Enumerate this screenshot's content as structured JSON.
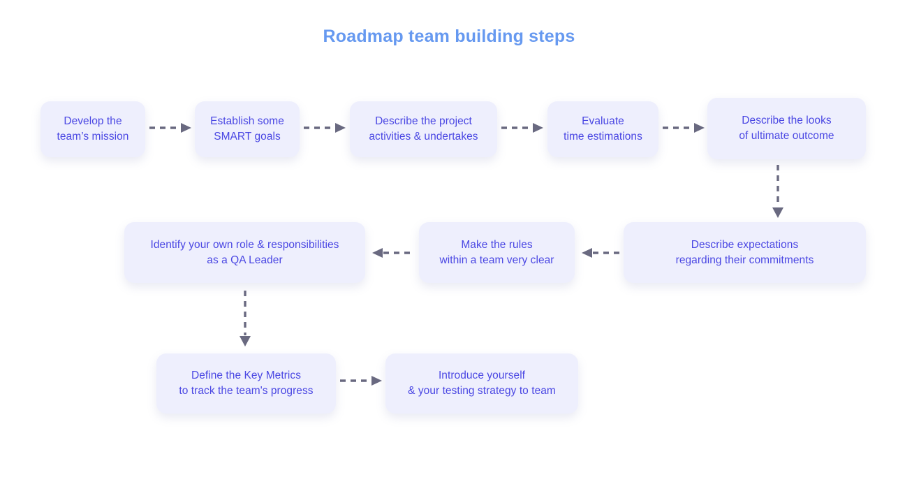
{
  "title": "Roadmap team building steps",
  "theme": {
    "background": "#ffffff",
    "title_color": "#6699f0",
    "node_fill": "#eeeffd",
    "node_text": "#4a47e3",
    "connector_color": "#696980"
  },
  "diagram": {
    "type": "flowchart",
    "orientation": "serpentine",
    "nodes": [
      {
        "id": "n1",
        "label": "Develop the\nteam’s mission",
        "row": 1,
        "order": 1
      },
      {
        "id": "n2",
        "label": "Establish some\nSMART goals",
        "row": 1,
        "order": 2
      },
      {
        "id": "n3",
        "label": "Describe the project\nactivities & undertakes",
        "row": 1,
        "order": 3
      },
      {
        "id": "n4",
        "label": "Evaluate\ntime estimations",
        "row": 1,
        "order": 4
      },
      {
        "id": "n5",
        "label": "Describe the looks\nof ultimate outcome",
        "row": 1,
        "order": 5
      },
      {
        "id": "n6",
        "label": "Describe expectations\nregarding their commitments",
        "row": 2,
        "order": 1
      },
      {
        "id": "n7",
        "label": "Make the rules\nwithin a team very clear",
        "row": 2,
        "order": 2
      },
      {
        "id": "n8",
        "label": "Identify your own role & responsibilities\nas a QA Leader",
        "row": 2,
        "order": 3
      },
      {
        "id": "n9",
        "label": "Define the Key Metrics\nto track the team's progress",
        "row": 3,
        "order": 1
      },
      {
        "id": "n10",
        "label": "Introduce yourself\n& your testing strategy to team",
        "row": 3,
        "order": 2
      }
    ],
    "connectors": [
      {
        "id": "c1",
        "from": "n1",
        "to": "n2",
        "direction": "right",
        "style": "dashed"
      },
      {
        "id": "c2",
        "from": "n2",
        "to": "n3",
        "direction": "right",
        "style": "dashed"
      },
      {
        "id": "c3",
        "from": "n3",
        "to": "n4",
        "direction": "right",
        "style": "dashed"
      },
      {
        "id": "c4",
        "from": "n4",
        "to": "n5",
        "direction": "right",
        "style": "dashed"
      },
      {
        "id": "c5",
        "from": "n5",
        "to": "n6",
        "direction": "down",
        "style": "dashed"
      },
      {
        "id": "c6",
        "from": "n6",
        "to": "n7",
        "direction": "left",
        "style": "dashed"
      },
      {
        "id": "c7",
        "from": "n7",
        "to": "n8",
        "direction": "left",
        "style": "dashed"
      },
      {
        "id": "c8",
        "from": "n8",
        "to": "n9",
        "direction": "down",
        "style": "dashed"
      },
      {
        "id": "c9",
        "from": "n9",
        "to": "n10",
        "direction": "right",
        "style": "dashed"
      }
    ]
  }
}
